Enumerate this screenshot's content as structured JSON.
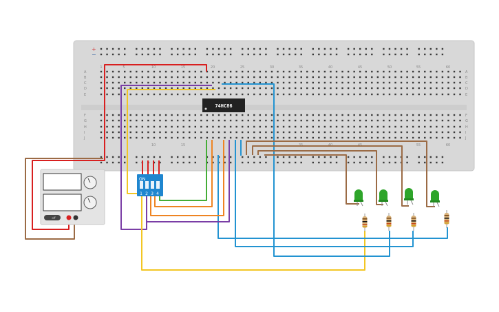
{
  "ic": {
    "label": "74HC86"
  },
  "dip_switch": {
    "on_label": "ON",
    "switch_numbers": [
      "1",
      "2",
      "3",
      "4"
    ]
  },
  "breadboard": {
    "column_numbers_top": [
      "1",
      "5",
      "10",
      "15",
      "20",
      "25",
      "30",
      "35",
      "40",
      "45",
      "50",
      "55",
      "60"
    ],
    "column_numbers_bottom": [
      "10",
      "15",
      "35",
      "40",
      "45",
      "55",
      "60"
    ],
    "row_letters_top": [
      "A",
      "B",
      "C",
      "D",
      "E"
    ],
    "row_letters_bottom": [
      "F",
      "G",
      "H",
      "I",
      "J"
    ],
    "rail_plus": "+",
    "rail_minus": "−"
  },
  "power_supply": {
    "button_label": "off"
  },
  "colors": {
    "red": "#d81f1f",
    "purple": "#7a3ea6",
    "yellow": "#f3c623",
    "blue": "#2293d1",
    "brown": "#9b6b45",
    "orange": "#ee8422",
    "green": "#44ad37",
    "led": "#2ea52a"
  }
}
